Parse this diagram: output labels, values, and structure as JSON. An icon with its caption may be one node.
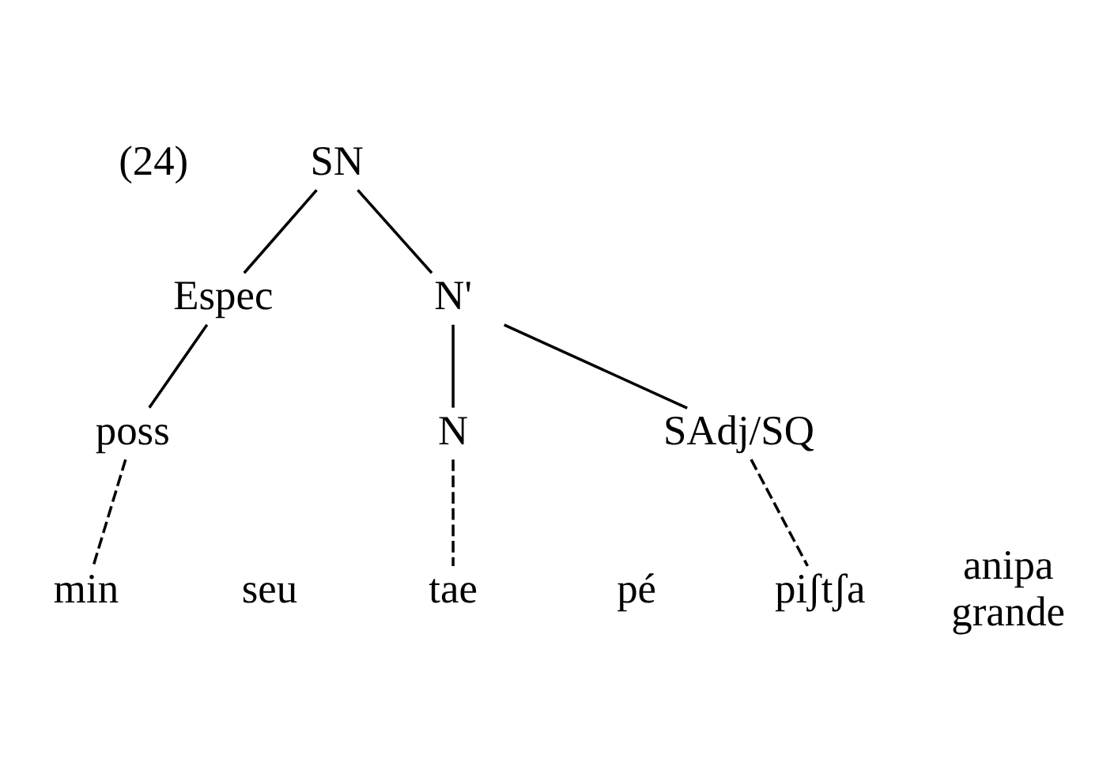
{
  "diagram": {
    "nodes": [
      {
        "text": [
          "SN"
        ]
      },
      {
        "text": [
          "Espec"
        ]
      },
      {
        "text": [
          "N'"
        ]
      },
      {
        "text": [
          "poss"
        ]
      },
      {
        "text": [
          "N"
        ]
      },
      {
        "text": [
          "SAdj/SQ"
        ]
      },
      {
        "text": [
          "min"
        ],
        "beside": [
          "seu"
        ]
      },
      {
        "text": [
          "tae"
        ],
        "beside": [
          "pé"
        ]
      },
      {
        "text": [
          "piʃtʃa"
        ],
        "beside": [
          "anipa",
          "grande"
        ]
      }
    ],
    "edges": [
      {
        "from": 0,
        "to": 1,
        "arrow": "none"
      },
      {
        "from": 0,
        "to": 2,
        "arrow": "none"
      },
      {
        "from": 1,
        "to": 3,
        "arrow": "none"
      },
      {
        "from": 2,
        "to": 4,
        "arrow": "none"
      },
      {
        "from": 2,
        "to": 5,
        "arrow": "none"
      },
      {
        "from": 3,
        "to": 6,
        "arrow": "none",
        "style": "dashed"
      },
      {
        "from": 4,
        "to": 7,
        "arrow": "none",
        "style": "dashed"
      },
      {
        "from": 5,
        "to": 8,
        "arrow": "none",
        "style": "dashed"
      }
    ],
    "labels": [
      "(24)"
    ]
  }
}
